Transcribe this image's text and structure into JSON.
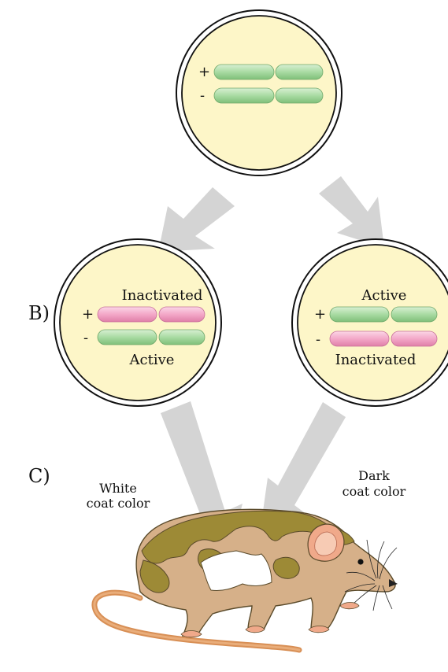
{
  "panel_labels": {
    "b": "B)",
    "c": "C)"
  },
  "top_cell": {
    "plus": "+",
    "minus": "-"
  },
  "left_cell": {
    "plus": "+",
    "minus": "-",
    "top_label": "Inactivated",
    "bottom_label": "Active"
  },
  "right_cell": {
    "plus": "+",
    "minus": "-",
    "top_label": "Active",
    "bottom_label": "Inactivated"
  },
  "coat_labels": {
    "white_line1": "White",
    "white_line2": "coat color",
    "dark_line1": "Dark",
    "dark_line2": "coat color"
  },
  "colors": {
    "cell_fill": "#fdf6c8",
    "active_chromosome": "#9fd49a",
    "inactive_chromosome": "#f2a2c4",
    "arrow": "#d4d4d4",
    "dark_fur": "#9d8a36",
    "light_fur": "#d6b089"
  }
}
